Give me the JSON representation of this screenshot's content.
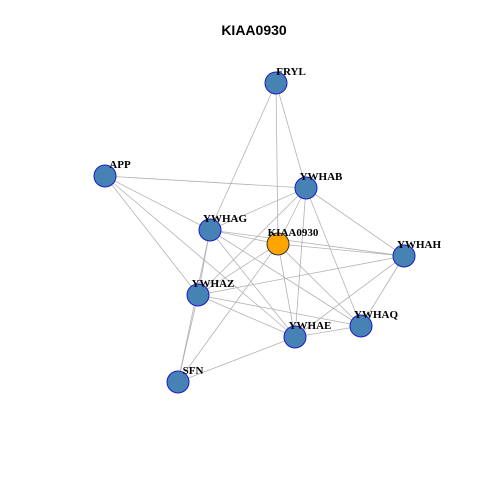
{
  "title": "KIAA0930",
  "colors": {
    "node_fill": "#4682b4",
    "node_border": "#1a1acc",
    "center_fill": "#ffa500",
    "center_border": "#333333",
    "edge": "#b3b3b3"
  },
  "nodes": [
    {
      "id": "FRYL",
      "label": "FRYL",
      "center": false
    },
    {
      "id": "APP",
      "label": "APP",
      "center": false
    },
    {
      "id": "YWHAB",
      "label": "YWHAB",
      "center": false
    },
    {
      "id": "YWHAG",
      "label": "YWHAG",
      "center": false
    },
    {
      "id": "KIAA0930",
      "label": "KIAA0930",
      "center": true
    },
    {
      "id": "YWHAH",
      "label": "YWHAH",
      "center": false
    },
    {
      "id": "YWHAZ",
      "label": "YWHAZ",
      "center": false
    },
    {
      "id": "YWHAQ",
      "label": "YWHAQ",
      "center": false
    },
    {
      "id": "YWHAE",
      "label": "YWHAE",
      "center": false
    },
    {
      "id": "SFN",
      "label": "SFN",
      "center": false
    }
  ],
  "edges": [
    [
      "FRYL",
      "YWHAB"
    ],
    [
      "FRYL",
      "YWHAG"
    ],
    [
      "FRYL",
      "KIAA0930"
    ],
    [
      "APP",
      "YWHAB"
    ],
    [
      "APP",
      "YWHAG"
    ],
    [
      "APP",
      "YWHAZ"
    ],
    [
      "APP",
      "YWHAE"
    ],
    [
      "YWHAB",
      "YWHAG"
    ],
    [
      "YWHAB",
      "KIAA0930"
    ],
    [
      "YWHAB",
      "YWHAH"
    ],
    [
      "YWHAB",
      "YWHAZ"
    ],
    [
      "YWHAB",
      "YWHAE"
    ],
    [
      "YWHAB",
      "YWHAQ"
    ],
    [
      "YWHAG",
      "KIAA0930"
    ],
    [
      "YWHAG",
      "YWHAH"
    ],
    [
      "YWHAG",
      "YWHAZ"
    ],
    [
      "YWHAG",
      "YWHAE"
    ],
    [
      "YWHAG",
      "YWHAQ"
    ],
    [
      "YWHAG",
      "SFN"
    ],
    [
      "KIAA0930",
      "YWHAH"
    ],
    [
      "KIAA0930",
      "YWHAZ"
    ],
    [
      "KIAA0930",
      "YWHAE"
    ],
    [
      "KIAA0930",
      "YWHAQ"
    ],
    [
      "KIAA0930",
      "SFN"
    ],
    [
      "YWHAH",
      "YWHAZ"
    ],
    [
      "YWHAH",
      "YWHAE"
    ],
    [
      "YWHAH",
      "YWHAQ"
    ],
    [
      "YWHAZ",
      "YWHAE"
    ],
    [
      "YWHAZ",
      "YWHAQ"
    ],
    [
      "YWHAZ",
      "SFN"
    ],
    [
      "YWHAE",
      "SFN"
    ],
    [
      "YWHAE",
      "YWHAQ"
    ]
  ]
}
